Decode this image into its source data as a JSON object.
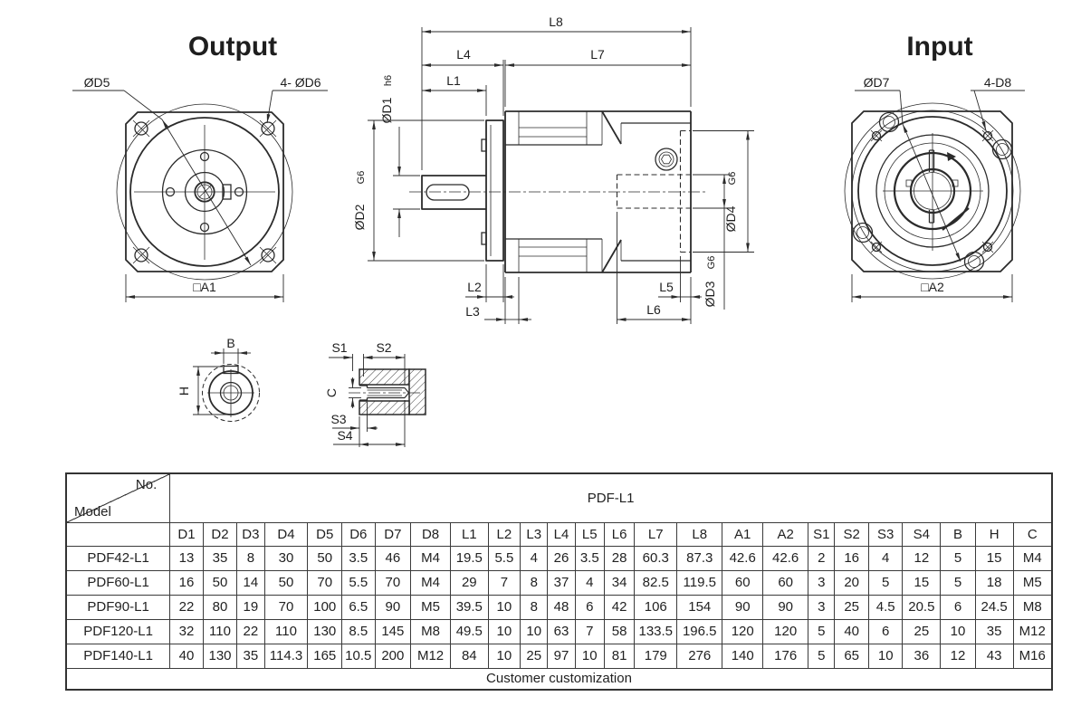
{
  "output_view": {
    "title": "Output",
    "label_d5": "ØD5",
    "label_d6": "4- ØD6",
    "label_a1": "□A1"
  },
  "input_view": {
    "title": "Input",
    "label_d7": "ØD7",
    "label_d8": "4-D8",
    "label_a2": "□A2"
  },
  "side_view": {
    "l1": "L1",
    "l2": "L2",
    "l3": "L3",
    "l4": "L4",
    "l5": "L5",
    "l6": "L6",
    "l7": "L7",
    "l8": "L8",
    "d1": "ØD1",
    "d1_tol": "h6",
    "d2": "ØD2",
    "d2_tol": "G6",
    "d3": "ØD3",
    "d3_tol": "G6",
    "d4": "ØD4",
    "d4_tol": "G6"
  },
  "key_view": {
    "b": "B",
    "h": "H"
  },
  "section_view": {
    "s1": "S1",
    "s2": "S2",
    "s3": "S3",
    "s4": "S4",
    "c": "C"
  },
  "table": {
    "corner_top": "No.",
    "corner_bottom": "Model",
    "series": "PDF-L1",
    "columns": [
      "D1",
      "D2",
      "D3",
      "D4",
      "D5",
      "D6",
      "D7",
      "D8",
      "L1",
      "L2",
      "L3",
      "L4",
      "L5",
      "L6",
      "L7",
      "L8",
      "A1",
      "A2",
      "S1",
      "S2",
      "S3",
      "S4",
      "B",
      "H",
      "C"
    ],
    "rows": [
      {
        "model": "PDF42-L1",
        "values": [
          "13",
          "35",
          "8",
          "30",
          "50",
          "3.5",
          "46",
          "M4",
          "19.5",
          "5.5",
          "4",
          "26",
          "3.5",
          "28",
          "60.3",
          "87.3",
          "42.6",
          "42.6",
          "2",
          "16",
          "4",
          "12",
          "5",
          "15",
          "M4"
        ]
      },
      {
        "model": "PDF60-L1",
        "values": [
          "16",
          "50",
          "14",
          "50",
          "70",
          "5.5",
          "70",
          "M4",
          "29",
          "7",
          "8",
          "37",
          "4",
          "34",
          "82.5",
          "119.5",
          "60",
          "60",
          "3",
          "20",
          "5",
          "15",
          "5",
          "18",
          "M5"
        ]
      },
      {
        "model": "PDF90-L1",
        "values": [
          "22",
          "80",
          "19",
          "70",
          "100",
          "6.5",
          "90",
          "M5",
          "39.5",
          "10",
          "8",
          "48",
          "6",
          "42",
          "106",
          "154",
          "90",
          "90",
          "3",
          "25",
          "4.5",
          "20.5",
          "6",
          "24.5",
          "M8"
        ]
      },
      {
        "model": "PDF120-L1",
        "values": [
          "32",
          "110",
          "22",
          "110",
          "130",
          "8.5",
          "145",
          "M8",
          "49.5",
          "10",
          "10",
          "63",
          "7",
          "58",
          "133.5",
          "196.5",
          "120",
          "120",
          "5",
          "40",
          "6",
          "25",
          "10",
          "35",
          "M12"
        ]
      },
      {
        "model": "PDF140-L1",
        "values": [
          "40",
          "130",
          "35",
          "114.3",
          "165",
          "10.5",
          "200",
          "M12",
          "84",
          "10",
          "25",
          "97",
          "10",
          "81",
          "179",
          "276",
          "140",
          "176",
          "5",
          "65",
          "10",
          "36",
          "12",
          "43",
          "M16"
        ]
      }
    ],
    "footer": "Customer customization"
  }
}
